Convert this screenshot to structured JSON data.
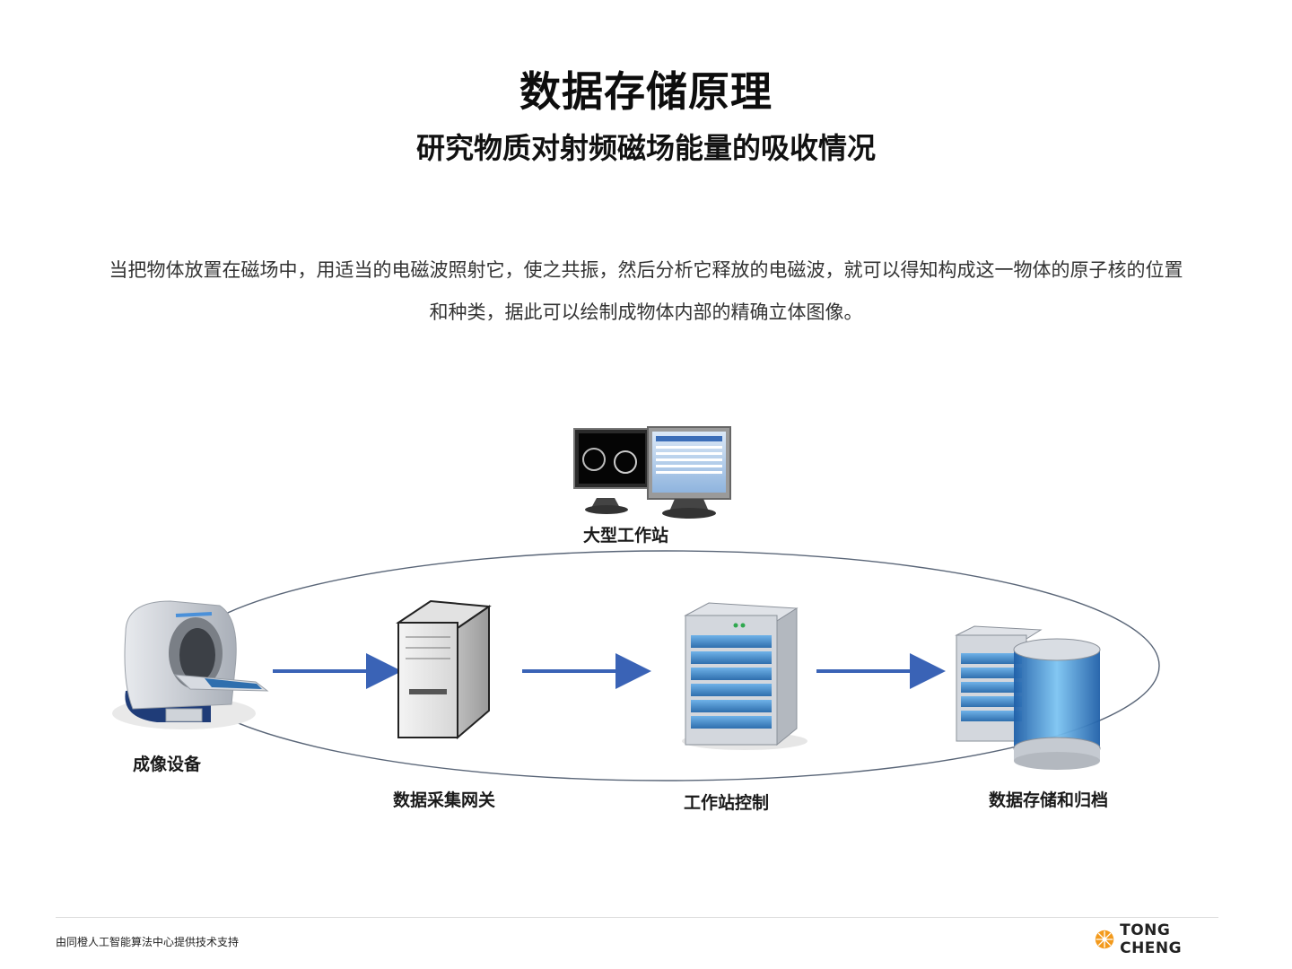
{
  "header": {
    "title": "数据存储原理",
    "subtitle": "研究物质对射频磁场能量的吸收情况"
  },
  "description": {
    "line1": "当把物体放置在磁场中，用适当的电磁波照射它，使之共振，然后分析它释放的电磁波，就可以得知构成这一物体的原子核的位置",
    "line2": "和种类，据此可以绘制成物体内部的精确立体图像。"
  },
  "diagram": {
    "workstation_label": "大型工作站",
    "imaging_label": "成像设备",
    "gateway_label": "数据采集网关",
    "control_label": "工作站控制",
    "storage_label": "数据存储和归档"
  },
  "footer": {
    "support_text": "由同橙人工智能算法中心提供技术支持",
    "logo_text": "TONG CHENG"
  },
  "colors": {
    "arrow": "#3a63b6",
    "ellipse": "#5a6678",
    "server_blue": "#3f86c8",
    "logo_orange": "#f39a1c"
  }
}
